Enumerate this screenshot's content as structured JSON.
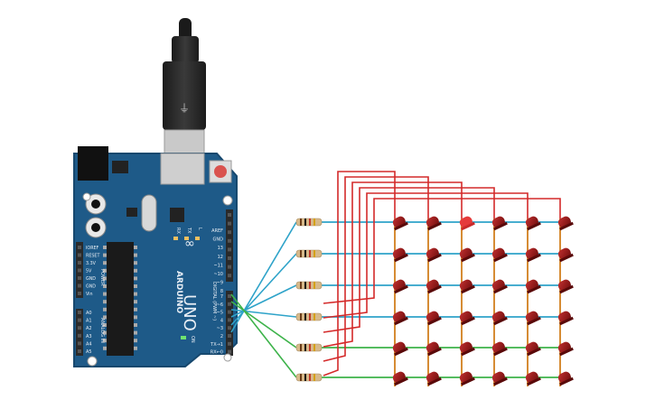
{
  "board": {
    "brand": "ARDUINO",
    "model": "UNO",
    "power_header_title": "POWER",
    "analog_header_title": "ANALOG IN",
    "digital_header_title": "DIGITAL (PWM ~)",
    "power_pins": [
      "IOREF",
      "RESET",
      "3.3V",
      "5V",
      "GND",
      "GND",
      "Vin"
    ],
    "analog_pins": [
      "A0",
      "A1",
      "A2",
      "A3",
      "A4",
      "A5"
    ],
    "top_pins": [
      "AREF",
      "GND",
      "13",
      "12",
      "~11",
      "~10",
      "~9",
      "8"
    ],
    "bottom_pins": [
      "7",
      "~6",
      "~5",
      "4",
      "~3",
      "2",
      "TX→1",
      "RX←0"
    ],
    "led_labels": [
      "RX",
      "TX",
      "L"
    ],
    "on_label": "ON",
    "colors": {
      "pcb": "#1e5a88",
      "pcb_edge": "#17486e",
      "header": "#2a2a2a",
      "silk": "#e8eef5",
      "usb_metal": "#c9c9c9",
      "reset_button": "#d9534f"
    }
  },
  "matrix": {
    "rows": 6,
    "cols": 6,
    "lit_led": {
      "row": 0,
      "col": 2
    },
    "colors": {
      "led_off": "#8e1414",
      "led_lit": "#e53b3b",
      "row_wire_blue": "#2ea3c9",
      "row_wire_green": "#3db34a",
      "column_wire": "#d27f1e",
      "control_wire": "#d42a2a",
      "resistor_body": "#d7b98a"
    }
  }
}
